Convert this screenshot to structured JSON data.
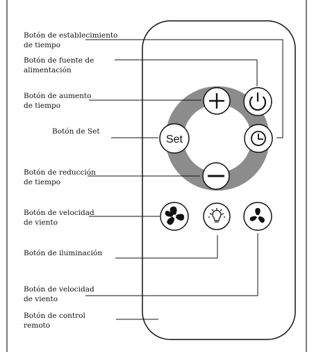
{
  "labels": {
    "time_setting": [
      "Botón de establecimiento",
      "de tiempo"
    ],
    "power": [
      "Botón de fuente de",
      "alimentación"
    ],
    "time_increase": [
      "Botón de aumento",
      "de tiempo"
    ],
    "set": [
      "Botón de Set"
    ],
    "time_decrease": [
      "Botón de reducción",
      "de tiempo"
    ],
    "wind_speed_1": [
      "Botón de velocidad",
      "de viento"
    ],
    "lighting": [
      "Botón de iluminación"
    ],
    "wind_speed_2": [
      "Botón de velocidad",
      "de viento"
    ],
    "remote": [
      "Botón de control",
      "remoto"
    ]
  },
  "buttons": {
    "set_text": "Set"
  },
  "icons": {
    "plus": "plus-icon",
    "minus": "minus-icon",
    "power": "power-icon",
    "clock": "clock-icon",
    "fan_large": "fan-icon",
    "light": "light-bulb-icon",
    "fan_small": "fan-icon"
  },
  "colors": {
    "ring": "#8c8c8c",
    "line": "#111111"
  }
}
